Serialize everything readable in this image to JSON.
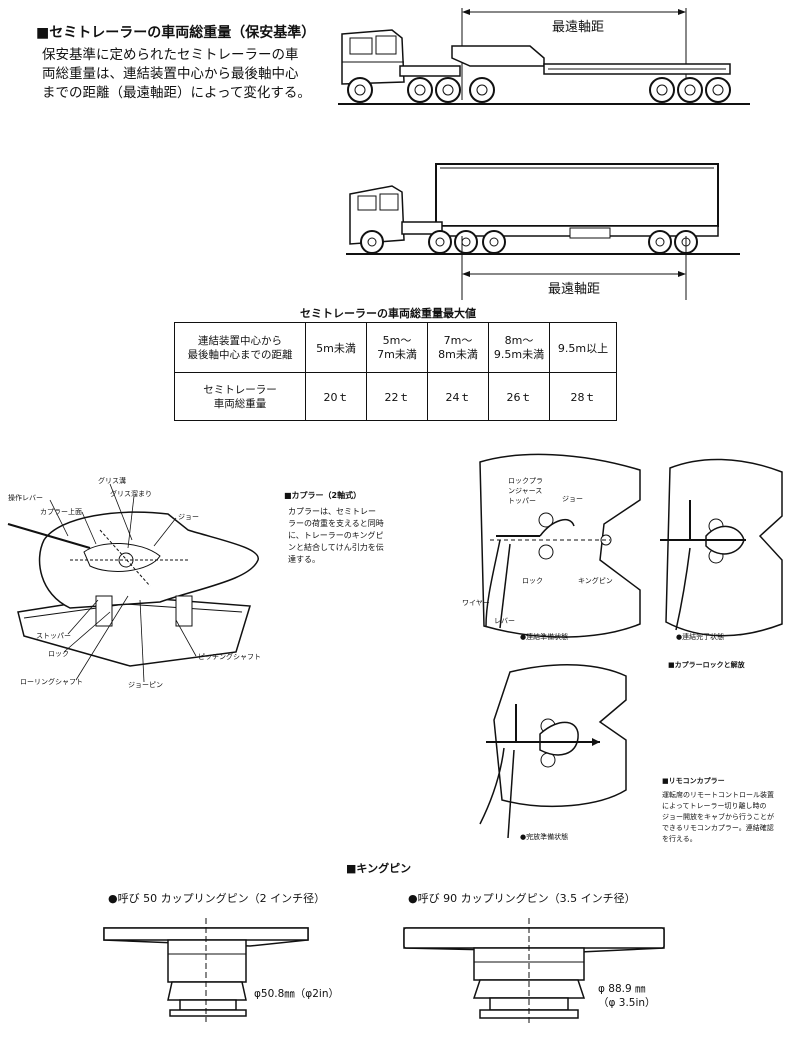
{
  "section1": {
    "title": "■セミトレーラーの車両総重量（保安基準）",
    "paragraph_lines": [
      "保安基準に定められたセミトレーラーの車",
      "両総重量は、連結装置中心から最後軸中心",
      "までの距離（最遠軸距）によって変化する。"
    ],
    "dim_label_top": "最遠軸距",
    "dim_label_bottom": "最遠軸距"
  },
  "table": {
    "title": "セミトレーラーの車両総重量最大値",
    "row1_header_lines": [
      "連結装置中心から",
      "最後軸中心までの距離"
    ],
    "row2_header_lines": [
      "セミトレーラー",
      "車両総重量"
    ],
    "distances": [
      [
        "5m未満"
      ],
      [
        "5m〜",
        "7m未満"
      ],
      [
        "7m〜",
        "8m未満"
      ],
      [
        "8m〜",
        "9.5m未満"
      ],
      [
        "9.5m以上"
      ]
    ],
    "weights": [
      "20ｔ",
      "22ｔ",
      "24ｔ",
      "26ｔ",
      "28ｔ"
    ]
  },
  "coupler": {
    "labels": {
      "operation_lever": "操作レバー",
      "grease_nipple": "グリス溝",
      "grease_pool": "グリス溜まり",
      "coupler_top": "カプラー上面",
      "jaw": "ジョー",
      "stopper": "ストッパー",
      "lock": "ロック",
      "rolling_shaft": "ローリングシャフト",
      "pitching_shaft": "ピッチングシャフト",
      "jaw_pin": "ジョーピン"
    },
    "caption_title": "■カプラー（2軸式）",
    "caption_lines": [
      "カプラーは、セミトレー",
      "ラーの荷重を支えると同時",
      "に、トレーラーのキングピ",
      "ンと結合してけん引力を伝",
      "達する。"
    ]
  },
  "lock": {
    "label_plunger_lines": [
      "ロックプラ",
      "ンジャース",
      "トッパー"
    ],
    "label_jaw": "ジョー",
    "label_lock": "ロック",
    "label_kingpin": "キングピン",
    "label_wire": "ワイヤー",
    "label_lever": "レバー",
    "caption_ready": "●連結準備状態",
    "caption_done": "●連結完了状態",
    "caption_release": "●完放準備状態",
    "section_title": "■カプラーロックと解放"
  },
  "remote": {
    "title": "■リモコンカプラー",
    "lines": [
      "運転席のリモートコントロール装置",
      "によってトレーラー切り離し時の",
      "ジョー開放をキャブから行うことが",
      "できるリモコンカプラー。連結確認",
      "を行える。"
    ]
  },
  "kingpin": {
    "title": "■キングピン",
    "pin50_caption": "●呼び 50 カップリングピン（2 インチ径）",
    "pin90_caption": "●呼び 90 カップリングピン（3.5 インチ径）",
    "pin50_dim": "φ50.8㎜（φ2in）",
    "pin90_dim_lines": [
      "φ 88.9 ㎜",
      "（φ 3.5in）"
    ]
  }
}
